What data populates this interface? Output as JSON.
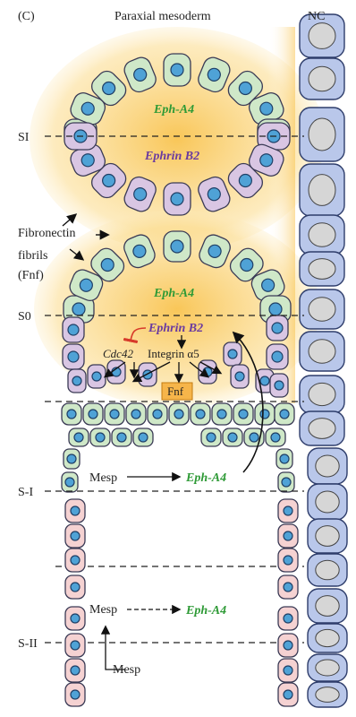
{
  "panel_label": "(C)",
  "column_titles": {
    "paraxial": "Paraxial mesoderm",
    "nc": "NC"
  },
  "somite_levels": [
    "SI",
    "S0",
    "S-I",
    "S-II"
  ],
  "fibronectin_label": [
    "Fibronectin",
    "fibrils",
    "(Fnf)"
  ],
  "genes": {
    "eph_a4": "Eph-A4",
    "ephrin_b2": "Ephrin B2",
    "cdc42": "Cdc42",
    "integrin": "Integrin α5",
    "fnf": "Fnf",
    "mesp": "Mesp"
  },
  "colors": {
    "green_cell": "#cfe8c8",
    "purple_cell": "#d9c6e3",
    "pink_cell": "#f5d2d2",
    "blue_cell": "#b9c7ea",
    "nucleus": "#4fa2d6",
    "glow": "#f8c046",
    "eph_text": "#2e9a36",
    "ephrin_text": "#6a3aa0",
    "fnf_box": "#f6b54a"
  }
}
